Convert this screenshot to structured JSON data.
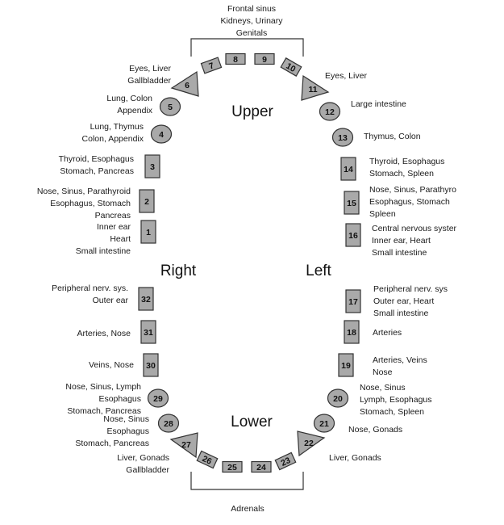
{
  "quadrants": {
    "upper": "Upper",
    "lower": "Lower",
    "right": "Right",
    "left": "Left"
  },
  "top_label": [
    "Frontal sinus",
    "Kidneys, Urinary",
    "Genitals"
  ],
  "bottom_label": "Adrenals",
  "teeth": [
    {
      "n": "1",
      "lines": [
        "Inner ear",
        "Heart",
        "Small intestine"
      ]
    },
    {
      "n": "2",
      "lines": [
        "Nose, Sinus, Parathyroid",
        "Esophagus, Stomach",
        "Pancreas"
      ]
    },
    {
      "n": "3",
      "lines": [
        "Thyroid, Esophagus",
        "Stomach, Pancreas"
      ]
    },
    {
      "n": "4",
      "lines": [
        "Lung, Thymus",
        "Colon, Appendix"
      ]
    },
    {
      "n": "5",
      "lines": [
        "Lung, Colon",
        "Appendix"
      ]
    },
    {
      "n": "6",
      "lines": [
        "Eyes, Liver",
        "Gallbladder"
      ]
    },
    {
      "n": "7",
      "lines": []
    },
    {
      "n": "8",
      "lines": []
    },
    {
      "n": "9",
      "lines": []
    },
    {
      "n": "10",
      "lines": []
    },
    {
      "n": "11",
      "lines": [
        "Eyes, Liver"
      ]
    },
    {
      "n": "12",
      "lines": [
        "Large intestine"
      ]
    },
    {
      "n": "13",
      "lines": [
        "Thymus, Colon"
      ]
    },
    {
      "n": "14",
      "lines": [
        "Thyroid, Esophagus",
        "Stomach, Spleen"
      ]
    },
    {
      "n": "15",
      "lines": [
        "Nose, Sinus, Parathyro",
        "Esophagus, Stomach",
        "Spleen"
      ]
    },
    {
      "n": "16",
      "lines": [
        "Central nervous syster",
        "Inner ear, Heart",
        "Small intestine"
      ]
    },
    {
      "n": "17",
      "lines": [
        "Peripheral nerv. sys",
        "Outer ear, Heart",
        "Small intestine"
      ]
    },
    {
      "n": "18",
      "lines": [
        "Arteries"
      ]
    },
    {
      "n": "19",
      "lines": [
        "Arteries, Veins",
        "Nose"
      ]
    },
    {
      "n": "20",
      "lines": [
        "Nose, Sinus",
        "Lymph, Esophagus",
        "Stomach, Spleen"
      ]
    },
    {
      "n": "21",
      "lines": [
        "Nose, Gonads"
      ]
    },
    {
      "n": "22",
      "lines": [
        "Liver, Gonads"
      ]
    },
    {
      "n": "23",
      "lines": []
    },
    {
      "n": "24",
      "lines": []
    },
    {
      "n": "25",
      "lines": []
    },
    {
      "n": "26",
      "lines": []
    },
    {
      "n": "27",
      "lines": [
        "Liver, Gonads",
        "Gallbladder"
      ]
    },
    {
      "n": "28",
      "lines": [
        "Nose, Sinus",
        "Esophagus",
        "Stomach, Pancreas"
      ]
    },
    {
      "n": "29",
      "lines": [
        "Nose, Sinus, Lymph",
        "Esophagus",
        "Stomach, Pancreas"
      ]
    },
    {
      "n": "30",
      "lines": [
        "Veins, Nose"
      ]
    },
    {
      "n": "31",
      "lines": [
        "Arteries, Nose"
      ]
    },
    {
      "n": "32",
      "lines": [
        "Peripheral nerv. sys.",
        "Outer ear"
      ]
    }
  ]
}
